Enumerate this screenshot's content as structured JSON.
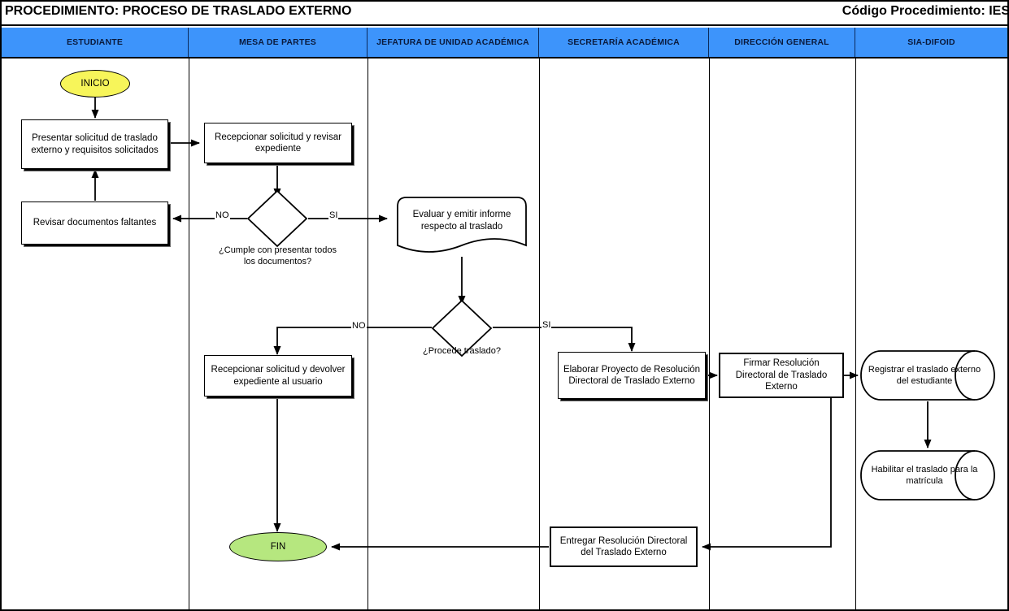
{
  "title": {
    "left": "PROCEDIMIENTO: PROCESO DE TRASLADO EXTERNO",
    "right": "Código Procedimiento: IES"
  },
  "lanes": [
    {
      "id": "estudiante",
      "label": "ESTUDIANTE"
    },
    {
      "id": "mesa-partes",
      "label": "MESA DE PARTES"
    },
    {
      "id": "jefatura",
      "label": "JEFATURA DE UNIDAD ACADÉMICA"
    },
    {
      "id": "secretaria",
      "label": "SECRETARÍA ACADÉMICA"
    },
    {
      "id": "direccion",
      "label": "DIRECCIÓN GENERAL"
    },
    {
      "id": "sia",
      "label": "SIA-DIFOID"
    }
  ],
  "nodes": {
    "inicio": "INICIO",
    "presentar": "Presentar solicitud de traslado externo y requisitos solicitados",
    "revisar_docs": "Revisar documentos faltantes",
    "recepcionar": "Recepcionar solicitud y revisar expediente",
    "decision1": "¿Cumple con presentar todos los documentos?",
    "evaluar": "Evaluar y emitir informe respecto al traslado",
    "decision2": "¿Procede traslado?",
    "devolver": "Recepcionar solicitud y devolver expediente al usuario",
    "elaborar": "Elaborar Proyecto de Resolución Directoral  de Traslado Externo",
    "firmar": "Firmar Resolución Directoral de Traslado Externo",
    "registrar": "Registrar el traslado externo del estudiante",
    "habilitar": "Habilitar el traslado para la matrícula",
    "entregar": "Entregar Resolución Directoral del Traslado Externo",
    "fin": "FIN"
  },
  "branch_labels": {
    "d1_no": "NO",
    "d1_si": "SI",
    "d2_no": "NO",
    "d2_si": "SI"
  },
  "colors": {
    "lane_header_bg": "#3d94fb",
    "lane_header_text": "#0a1a3c",
    "start_fill": "#f7f55a",
    "end_fill": "#b6e77f",
    "line": "#000000",
    "shape_fill": "#ffffff"
  }
}
